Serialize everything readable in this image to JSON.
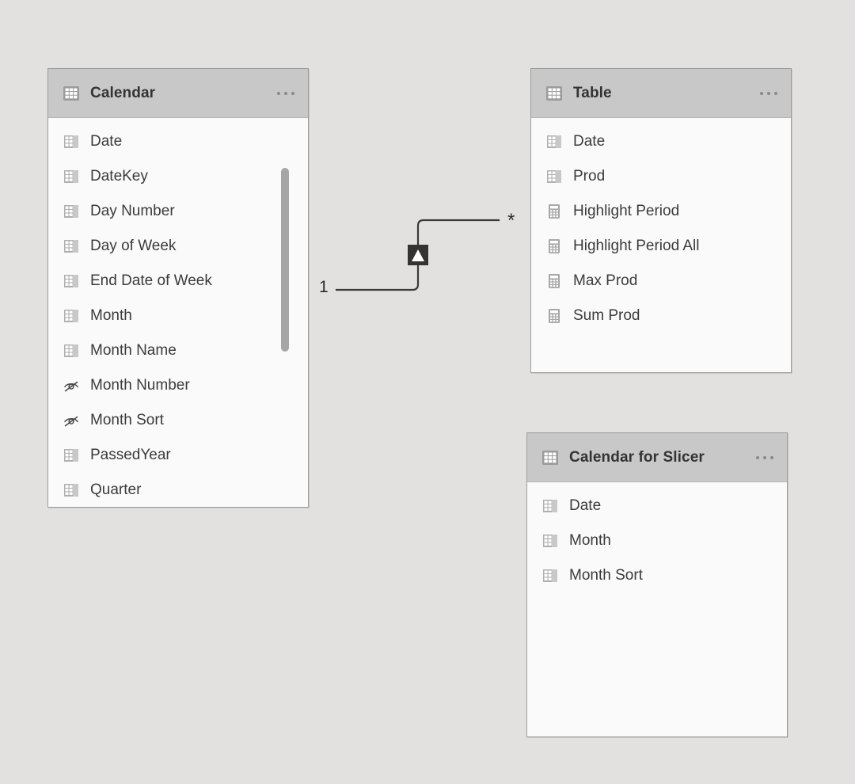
{
  "canvas": {
    "background_color": "#e2e1e0",
    "view_name": "model-view"
  },
  "icons": {
    "column": "column-icon",
    "measure": "measure-calculator-icon",
    "hidden": "hidden-eye-icon",
    "table": "table-icon",
    "menu": "ellipsis-icon"
  },
  "tables": [
    {
      "id": "calendar",
      "name": "Calendar",
      "menu_label": "More options",
      "has_scrollbar": true,
      "fields": [
        {
          "name": "Date",
          "kind": "column"
        },
        {
          "name": "DateKey",
          "kind": "column"
        },
        {
          "name": "Day Number",
          "kind": "column"
        },
        {
          "name": "Day of Week",
          "kind": "column"
        },
        {
          "name": "End Date of Week",
          "kind": "column"
        },
        {
          "name": "Month",
          "kind": "column"
        },
        {
          "name": "Month Name",
          "kind": "column"
        },
        {
          "name": "Month Number",
          "kind": "hidden"
        },
        {
          "name": "Month Sort",
          "kind": "hidden"
        },
        {
          "name": "PassedYear",
          "kind": "column"
        },
        {
          "name": "Quarter",
          "kind": "column"
        }
      ]
    },
    {
      "id": "table",
      "name": "Table",
      "menu_label": "More options",
      "has_scrollbar": false,
      "fields": [
        {
          "name": "Date",
          "kind": "column"
        },
        {
          "name": "Prod",
          "kind": "column"
        },
        {
          "name": "Highlight Period",
          "kind": "measure"
        },
        {
          "name": "Highlight Period All",
          "kind": "measure"
        },
        {
          "name": "Max Prod",
          "kind": "measure"
        },
        {
          "name": "Sum Prod",
          "kind": "measure"
        }
      ]
    },
    {
      "id": "calendar-for-slicer",
      "name": "Calendar for Slicer",
      "menu_label": "More options",
      "has_scrollbar": false,
      "fields": [
        {
          "name": "Date",
          "kind": "column"
        },
        {
          "name": "Month",
          "kind": "column"
        },
        {
          "name": "Month Sort",
          "kind": "column"
        }
      ]
    }
  ],
  "relationships": [
    {
      "id": "calendar-to-table",
      "from_table": "Calendar",
      "to_table": "Table",
      "from_cardinality": "1",
      "to_cardinality": "*",
      "cross_filter_direction": "single",
      "line_color": "#3a3a3a"
    }
  ]
}
